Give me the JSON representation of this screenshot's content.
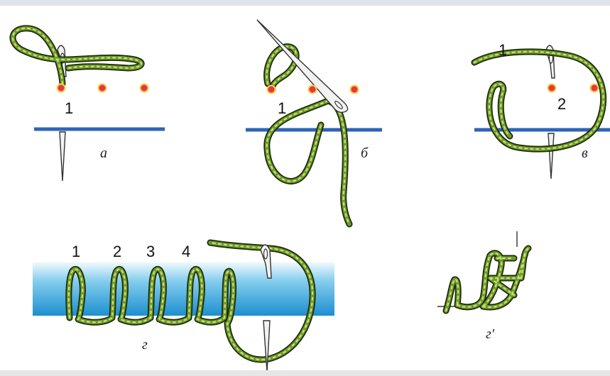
{
  "labels": {
    "a": {
      "steps": [
        "1"
      ],
      "caption": "а"
    },
    "b": {
      "steps": [
        "1"
      ],
      "caption": "б"
    },
    "c": {
      "steps": [
        "1",
        "2"
      ],
      "caption": "в"
    },
    "d": {
      "steps": [
        "1",
        "2",
        "3",
        "4"
      ],
      "caption": "г"
    },
    "e": {
      "caption": "г'"
    }
  },
  "colors": {
    "thread": "#6f9a2c",
    "thread_dark": "#1d2a0c",
    "line": "#2d63b9",
    "dot": "#e8344a",
    "fabric_top": "#dff3fb",
    "fabric_bottom": "#1c8fcf"
  },
  "icons": {
    "needle": "needle-icon",
    "puncture_point": "dot-marker"
  }
}
